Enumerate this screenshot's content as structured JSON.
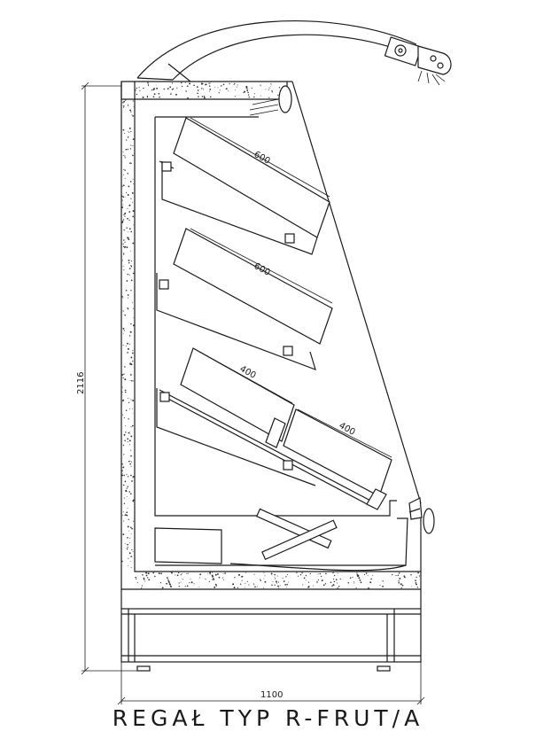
{
  "title": "REGAŁ TYP R-FRUT/A",
  "dimensions": {
    "height": "2116",
    "width": "1100",
    "shelf_1_depth": "600",
    "shelf_2_depth": "600",
    "shelf_3_rear_depth": "400",
    "shelf_3_front_depth": "400"
  }
}
